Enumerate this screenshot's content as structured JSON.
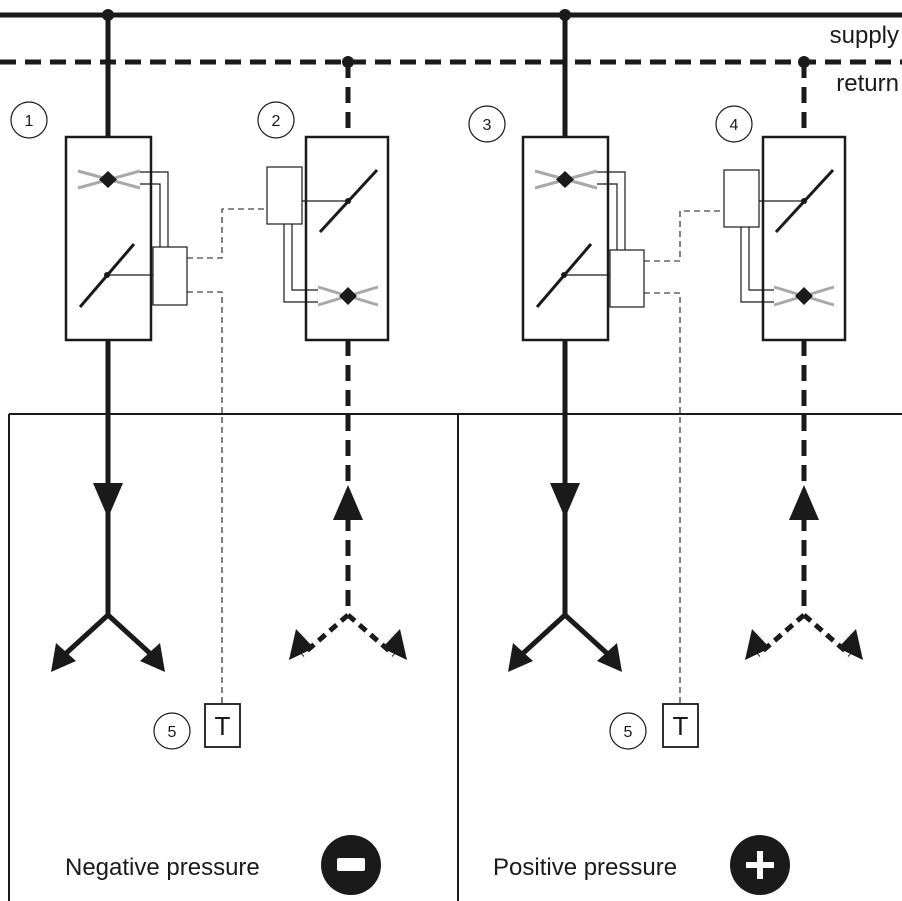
{
  "lines": {
    "supply_label": "supply",
    "return_label": "return"
  },
  "units": [
    {
      "number": "1"
    },
    {
      "number": "2"
    },
    {
      "number": "3"
    },
    {
      "number": "4"
    }
  ],
  "sensors": [
    {
      "number": "5",
      "symbol": "T"
    },
    {
      "number": "5",
      "symbol": "T"
    }
  ],
  "rooms": [
    {
      "label": "Negative pressure",
      "sign": "minus"
    },
    {
      "label": "Positive pressure",
      "sign": "plus"
    }
  ],
  "colors": {
    "line": "#1a1a1a",
    "damper_blade_grey": "#a8a8a8",
    "background": "#ffffff"
  }
}
